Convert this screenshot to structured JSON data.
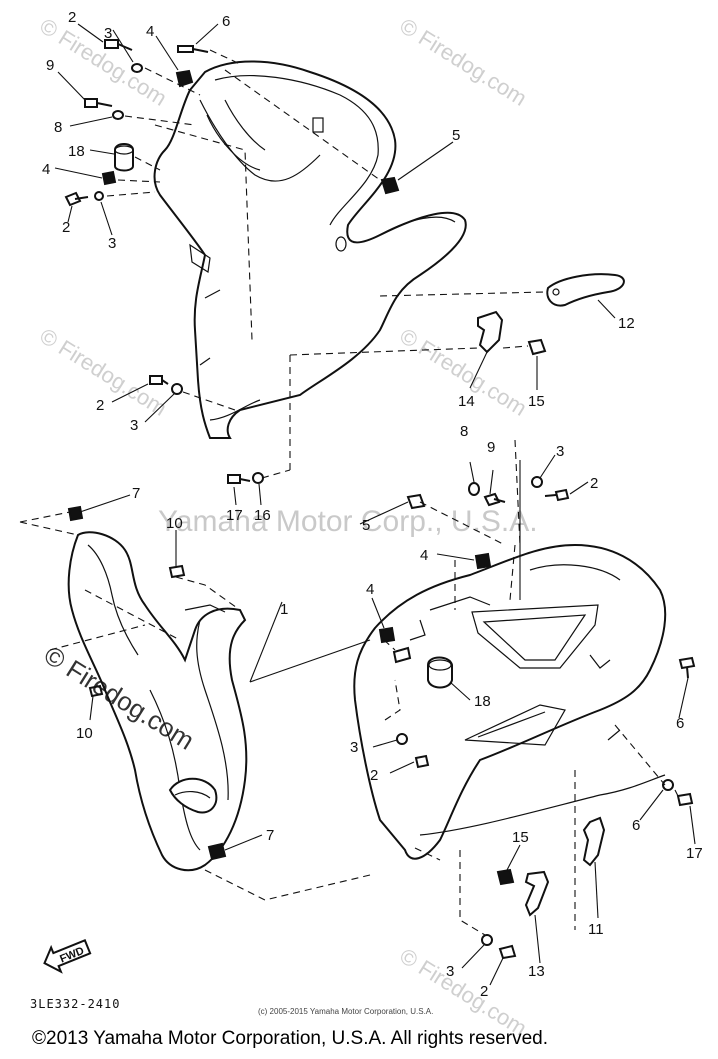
{
  "watermarks": {
    "brand": "© Firedog.com",
    "center": "Yamaha Motor Corp., U.S.A.",
    "left_large": "© Firedog.com"
  },
  "callouts": {
    "c1": "2",
    "c2": "3",
    "c3": "4",
    "c4": "6",
    "c5": "9",
    "c6": "8",
    "c7": "18",
    "c8": "4",
    "c9": "2",
    "c10": "3",
    "c11": "5",
    "c12": "12",
    "c13": "14",
    "c14": "15",
    "c15": "2",
    "c16": "3",
    "c17": "7",
    "c18": "17",
    "c19": "16",
    "c20": "10",
    "c21": "1",
    "c22": "10",
    "c23": "7",
    "c24": "8",
    "c25": "9",
    "c26": "3",
    "c27": "2",
    "c28": "5",
    "c29": "4",
    "c30": "4",
    "c31": "18",
    "c32": "3",
    "c33": "2",
    "c34": "6",
    "c35": "6",
    "c36": "17",
    "c37": "15",
    "c38": "11",
    "c39": "13",
    "c40": "3",
    "c41": "2"
  },
  "fwd_label": "FWD",
  "diagram_code": "3LE332-2410",
  "small_copyright": "(c) 2005-2015 Yamaha Motor Corporation, U.S.A.",
  "copyright": "©2013 Yamaha Motor Corporation, U.S.A. All rights reserved."
}
